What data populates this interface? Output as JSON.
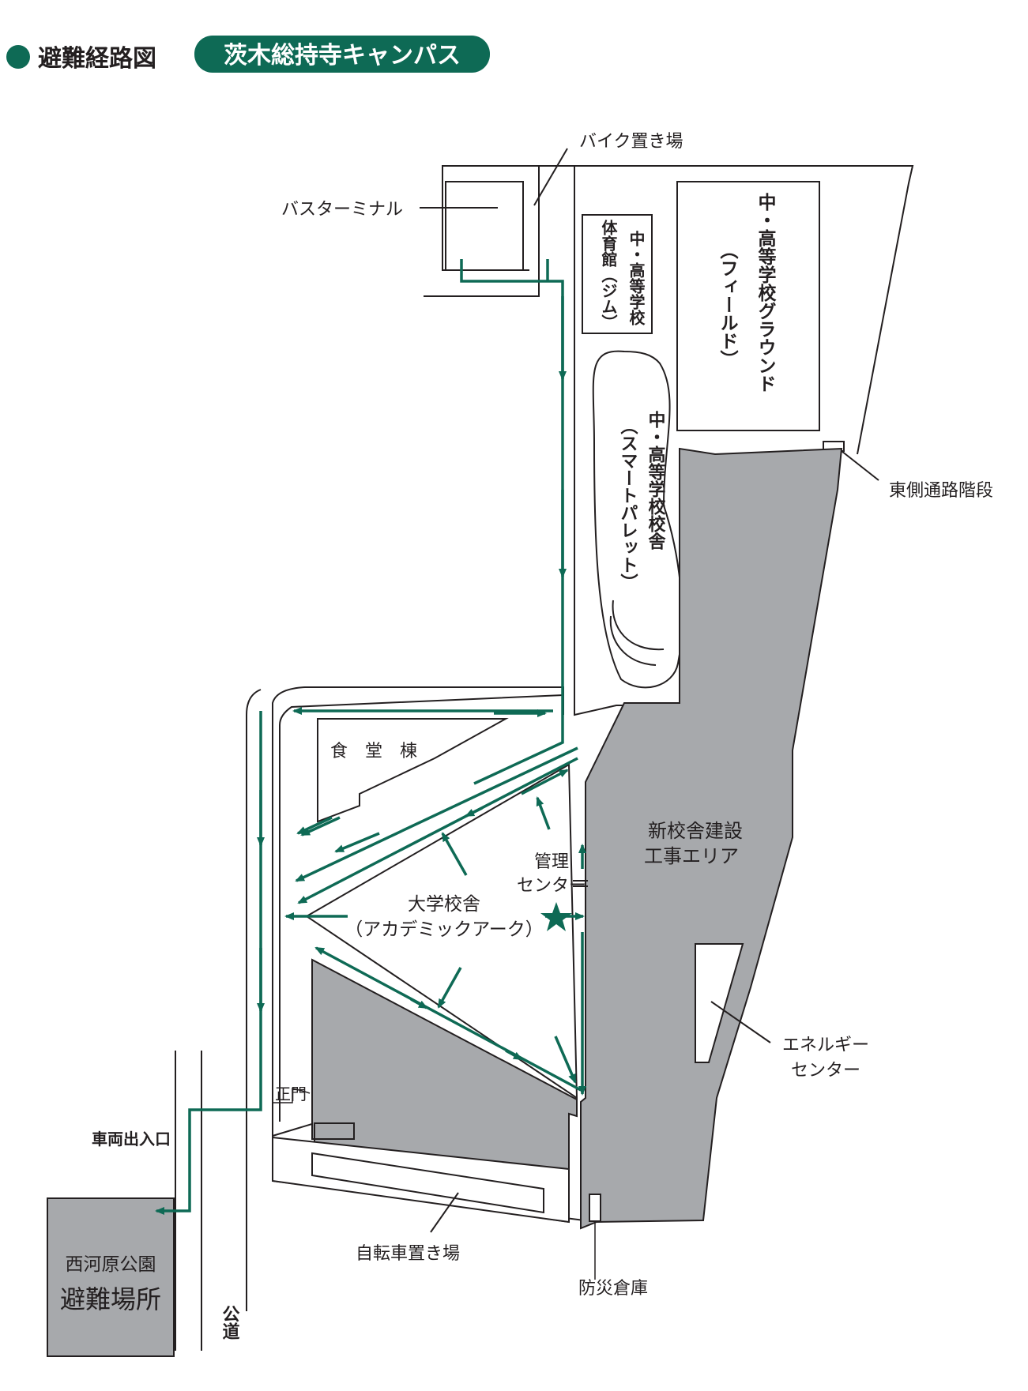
{
  "header": {
    "title": "避難経路図",
    "campus": "茨木総持寺キャンパス"
  },
  "labels": {
    "bike_parking": "バイク置き場",
    "bus_terminal": "バスターミナル",
    "gym": [
      "中・高等学校",
      "体育館（ジム）"
    ],
    "ground": [
      "中・高等学校グラウンド",
      "（フィールド）"
    ],
    "school_building": [
      "中・高等学校校舎",
      "（スマートパレット）"
    ],
    "east_stairs": "東側通路階段",
    "cafeteria": "食　堂　棟",
    "admin_center": [
      "管理",
      "センター"
    ],
    "construction": [
      "新校舎建設",
      "工事エリア"
    ],
    "university": [
      "大学校舎",
      "（アカデミックアーク）"
    ],
    "energy_center": [
      "エネルギー",
      "センター"
    ],
    "main_gate": "正門",
    "vehicle_entrance": "車両出入口",
    "park": "西河原公園",
    "evacuation_site": "避難場所",
    "public_road": "公道",
    "bicycle_parking": "自転車置き場",
    "disaster_storage": "防災倉庫"
  },
  "colors": {
    "route": "#0e6a55",
    "brand": "#0e6a55",
    "building_gray": "#a7a9ac",
    "line": "#231f20"
  }
}
